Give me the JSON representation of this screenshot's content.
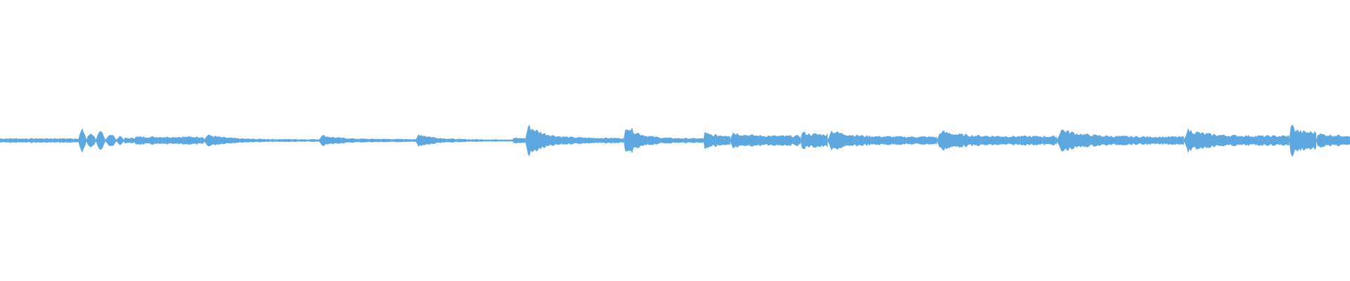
{
  "waveform": {
    "color": "#5da8e0",
    "background": "#ffffff",
    "segments": [
      {
        "start": 0.0,
        "end": 0.058,
        "peak": 0.1,
        "decay": 0.1,
        "shape": "flat"
      },
      {
        "start": 0.058,
        "end": 0.064,
        "peak": 0.45,
        "decay": 0.3,
        "shape": "blob"
      },
      {
        "start": 0.064,
        "end": 0.071,
        "peak": 0.32,
        "decay": 0.2,
        "shape": "blob"
      },
      {
        "start": 0.071,
        "end": 0.078,
        "peak": 0.35,
        "decay": 0.2,
        "shape": "blob"
      },
      {
        "start": 0.078,
        "end": 0.086,
        "peak": 0.28,
        "decay": 0.18,
        "shape": "blob"
      },
      {
        "start": 0.086,
        "end": 0.092,
        "peak": 0.2,
        "decay": 0.12,
        "shape": "blob"
      },
      {
        "start": 0.092,
        "end": 0.1,
        "peak": 0.12,
        "decay": 0.1,
        "shape": "flat"
      },
      {
        "start": 0.1,
        "end": 0.151,
        "peak": 0.18,
        "decay": 0.1,
        "shape": "flat"
      },
      {
        "start": 0.151,
        "end": 0.236,
        "peak": 0.32,
        "decay": 0.06,
        "shape": "decay"
      },
      {
        "start": 0.236,
        "end": 0.308,
        "peak": 0.3,
        "decay": 0.07,
        "shape": "decay"
      },
      {
        "start": 0.308,
        "end": 0.38,
        "peak": 0.38,
        "decay": 0.05,
        "shape": "decay"
      },
      {
        "start": 0.38,
        "end": 0.389,
        "peak": 0.12,
        "decay": 0.06,
        "shape": "flat"
      },
      {
        "start": 0.389,
        "end": 0.462,
        "peak": 0.85,
        "decay": 0.12,
        "shape": "decay"
      },
      {
        "start": 0.462,
        "end": 0.521,
        "peak": 0.9,
        "decay": 0.1,
        "shape": "decay"
      },
      {
        "start": 0.521,
        "end": 0.541,
        "peak": 0.42,
        "decay": 0.25,
        "shape": "decay"
      },
      {
        "start": 0.541,
        "end": 0.593,
        "peak": 0.45,
        "decay": 0.22,
        "shape": "decay"
      },
      {
        "start": 0.593,
        "end": 0.613,
        "peak": 0.48,
        "decay": 0.3,
        "shape": "decay"
      },
      {
        "start": 0.613,
        "end": 0.694,
        "peak": 0.55,
        "decay": 0.18,
        "shape": "decay"
      },
      {
        "start": 0.694,
        "end": 0.783,
        "peak": 0.5,
        "decay": 0.2,
        "shape": "decay"
      },
      {
        "start": 0.783,
        "end": 0.877,
        "peak": 0.62,
        "decay": 0.18,
        "shape": "decay"
      },
      {
        "start": 0.877,
        "end": 0.955,
        "peak": 0.6,
        "decay": 0.22,
        "shape": "decay"
      },
      {
        "start": 0.955,
        "end": 0.975,
        "peak": 1.0,
        "decay": 0.4,
        "shape": "decay"
      },
      {
        "start": 0.975,
        "end": 1.0,
        "peak": 0.4,
        "decay": 0.25,
        "shape": "decay"
      }
    ]
  }
}
